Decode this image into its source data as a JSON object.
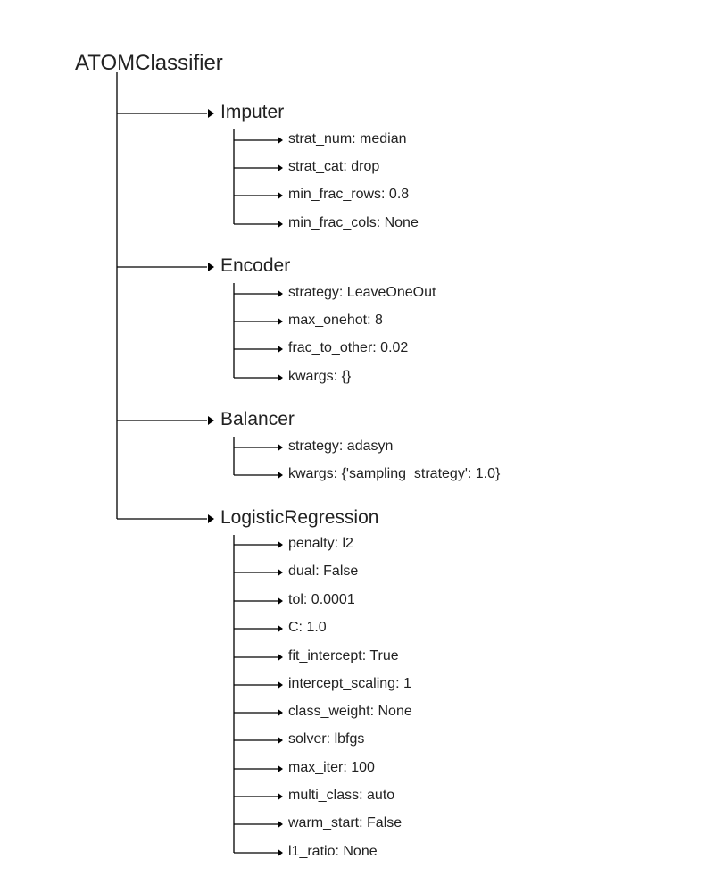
{
  "tree": {
    "root": "ATOMClassifier",
    "steps": [
      {
        "name": "Imputer",
        "params": [
          "strat_num: median",
          "strat_cat: drop",
          "min_frac_rows: 0.8",
          "min_frac_cols: None"
        ]
      },
      {
        "name": "Encoder",
        "params": [
          "strategy: LeaveOneOut",
          "max_onehot: 8",
          "frac_to_other: 0.02",
          "kwargs: {}"
        ]
      },
      {
        "name": "Balancer",
        "params": [
          "strategy: adasyn",
          "kwargs: {'sampling_strategy': 1.0}"
        ]
      },
      {
        "name": "LogisticRegression",
        "params": [
          "penalty: l2",
          "dual: False",
          "tol: 0.0001",
          "C: 1.0",
          "fit_intercept: True",
          "intercept_scaling: 1",
          "class_weight: None",
          "solver: lbfgs",
          "max_iter: 100",
          "multi_class: auto",
          "warm_start: False",
          "l1_ratio: None"
        ]
      }
    ]
  },
  "colors": {
    "line": "#000000",
    "text": "#222222"
  }
}
